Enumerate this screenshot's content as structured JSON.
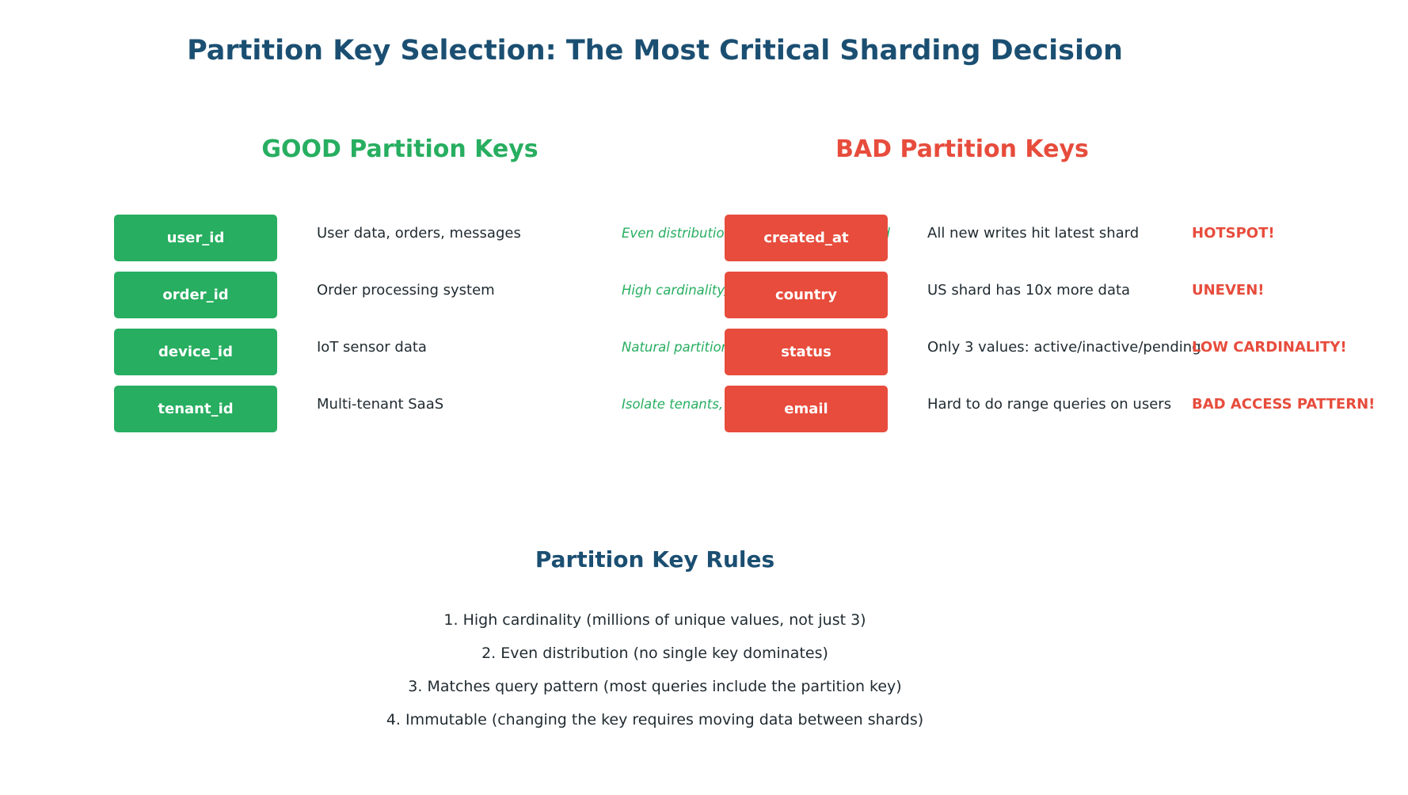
{
  "title": "Partition Key Selection: The Most Critical Sharding Decision",
  "good": {
    "heading": "GOOD Partition Keys",
    "color": "#27ae60",
    "rows": [
      {
        "key": "user_id",
        "description": "User data, orders, messages",
        "note": "Even distribution, all user data colocated"
      },
      {
        "key": "order_id",
        "description": "Order processing system",
        "note": "High cardinality, uniform distribution"
      },
      {
        "key": "device_id",
        "description": "IoT sensor data",
        "note": "Natural partition per device"
      },
      {
        "key": "tenant_id",
        "description": "Multi-tenant SaaS",
        "note": "Isolate tenants, even if different sizes"
      }
    ]
  },
  "bad": {
    "heading": "BAD Partition Keys",
    "color": "#e74c3c",
    "rows": [
      {
        "key": "created_at",
        "description": "All new writes hit latest shard",
        "verdict": "HOTSPOT!"
      },
      {
        "key": "country",
        "description": "US shard has 10x more data",
        "verdict": "UNEVEN!"
      },
      {
        "key": "status",
        "description": "Only 3 values: active/inactive/pending",
        "verdict": "LOW CARDINALITY!"
      },
      {
        "key": "email",
        "description": "Hard to do range queries on users",
        "verdict": "BAD ACCESS PATTERN!"
      }
    ]
  },
  "rules": {
    "heading": "Partition Key Rules",
    "items": [
      "1. High cardinality (millions of unique values, not just 3)",
      "2. Even distribution (no single key dominates)",
      "3. Matches query pattern (most queries include the partition key)",
      "4. Immutable (changing the key requires moving data between shards)"
    ]
  }
}
